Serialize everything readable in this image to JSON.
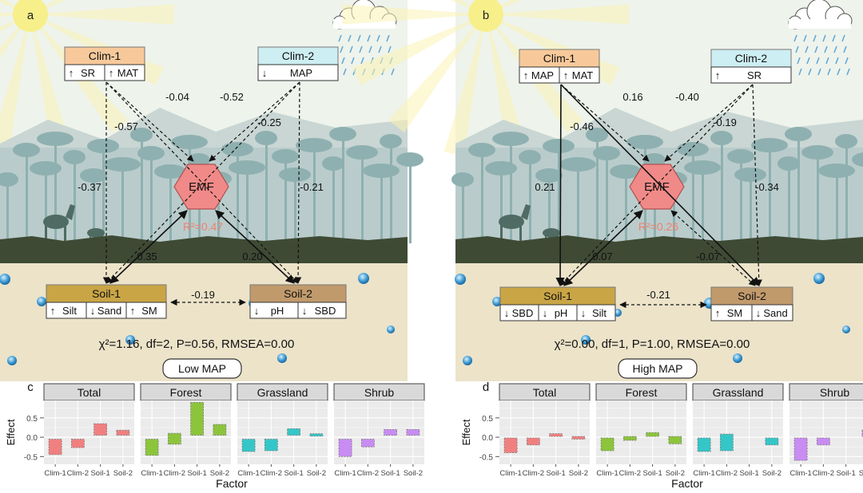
{
  "colors": {
    "sky": "#eef3ec",
    "sun": "#f7ef8a",
    "mountain": "#c9d6d3",
    "forest": "#8fb0b0",
    "ground": "#3f4a35",
    "soil": "#ece3c9",
    "clim1": "#f7c99a",
    "clim2": "#cdeef2",
    "soil1": "#c9a545",
    "soil2": "#c19a6c",
    "emf": "#f08a88",
    "r2": "#f08070",
    "red": "#f08080",
    "green": "#8cc43c",
    "cyan": "#35c6c8",
    "purple": "#c88cf2"
  },
  "panels": [
    {
      "letter": "a",
      "clim1": {
        "title": "Clim-1",
        "cells": [
          {
            "arrow": "↑",
            "label": "SR"
          },
          {
            "arrow": "↑",
            "label": "MAT"
          }
        ]
      },
      "clim2": {
        "title": "Clim-2",
        "cells": [
          {
            "arrow": "↓",
            "label": "MAP"
          }
        ]
      },
      "soil1": {
        "title": "Soil-1",
        "cells": [
          {
            "arrow": "↑",
            "label": "Silt"
          },
          {
            "arrow": "↓",
            "label": "Sand"
          },
          {
            "arrow": "↑",
            "label": "SM"
          }
        ]
      },
      "soil2": {
        "title": "Soil-2",
        "cells": [
          {
            "arrow": "↓",
            "label": "pH"
          },
          {
            "arrow": "↓",
            "label": "SBD"
          }
        ]
      },
      "emf": "EMF",
      "r2": "R²=0.47",
      "coefficients": {
        "clim1_soil2": "-0.04",
        "clim2_soil1": "-0.52",
        "clim1_emf": "-0.57",
        "clim2_emf": "-0.25",
        "clim1_soil1": "-0.37",
        "clim2_soil2": "-0.21",
        "soil1_emf": "0.35",
        "soil2_emf": "0.20",
        "soil1_soil2": "-0.19"
      },
      "fit": "χ²=1.16, df=2, P=0.56, RMSEA=0.00",
      "group": "Low MAP"
    },
    {
      "letter": "b",
      "clim1": {
        "title": "Clim-1",
        "cells": [
          {
            "arrow": "↑",
            "label": "MAP"
          },
          {
            "arrow": "↑",
            "label": "MAT"
          }
        ]
      },
      "clim2": {
        "title": "Clim-2",
        "cells": [
          {
            "arrow": "↑",
            "label": "SR"
          }
        ]
      },
      "soil1": {
        "title": "Soil-1",
        "cells": [
          {
            "arrow": "↓",
            "label": "SBD"
          },
          {
            "arrow": "↓",
            "label": "pH"
          },
          {
            "arrow": "↓",
            "label": "Silt"
          }
        ]
      },
      "soil2": {
        "title": "Soil-2",
        "cells": [
          {
            "arrow": "↑",
            "label": "SM"
          },
          {
            "arrow": "↓",
            "label": "Sand"
          }
        ]
      },
      "emf": "EMF",
      "r2": "R²=0.26",
      "coefficients": {
        "clim1_soil2": "0.16",
        "clim2_soil1": "-0.40",
        "clim1_emf": "-0.46",
        "clim2_emf": "-0.19",
        "clim1_soil1": "0.21",
        "clim2_soil2": "-0.34",
        "soil1_emf": "0.07",
        "soil2_emf": "-0.07",
        "soil1_soil2": "-0.21"
      },
      "fit": "χ²=0.00, df=1, P=1.00, RMSEA=0.00",
      "group": "High MAP"
    }
  ],
  "chart_data": [
    {
      "type": "bar",
      "panel": "c",
      "ylabel": "Effect",
      "xlabel": "Factor",
      "ylim": [
        -0.7,
        0.95
      ],
      "yticks": [
        -0.5,
        0.0,
        0.5
      ],
      "categories": [
        "Clim-1",
        "Clim-2",
        "Soil-1",
        "Soil-2"
      ],
      "facets": [
        {
          "title": "Total",
          "color": "red",
          "ranges": [
            [
              -0.45,
              -0.05
            ],
            [
              -0.27,
              -0.05
            ],
            [
              0.05,
              0.35
            ],
            [
              0.05,
              0.18
            ]
          ]
        },
        {
          "title": "Forest",
          "color": "green",
          "ranges": [
            [
              -0.47,
              -0.05
            ],
            [
              -0.18,
              0.1
            ],
            [
              0.05,
              0.9
            ],
            [
              0.05,
              0.33
            ]
          ]
        },
        {
          "title": "Grassland",
          "color": "cyan",
          "ranges": [
            [
              -0.37,
              -0.05
            ],
            [
              -0.35,
              -0.05
            ],
            [
              0.05,
              0.22
            ],
            [
              0.04,
              0.09
            ]
          ]
        },
        {
          "title": "Shrub",
          "color": "purple",
          "ranges": [
            [
              -0.5,
              -0.05
            ],
            [
              -0.25,
              -0.05
            ],
            [
              0.05,
              0.2
            ],
            [
              0.05,
              0.2
            ]
          ]
        }
      ]
    },
    {
      "type": "bar",
      "panel": "d",
      "ylabel": "Effect",
      "xlabel": "Factor",
      "ylim": [
        -0.7,
        0.95
      ],
      "yticks": [
        -0.5,
        0.0,
        0.5
      ],
      "categories": [
        "Clim-1",
        "Clim-2",
        "Soil-1",
        "Soil-2"
      ],
      "facets": [
        {
          "title": "Total",
          "color": "red",
          "ranges": [
            [
              -0.4,
              -0.02
            ],
            [
              -0.2,
              -0.02
            ],
            [
              0.02,
              0.09
            ],
            [
              -0.05,
              0.02
            ]
          ]
        },
        {
          "title": "Forest",
          "color": "green",
          "ranges": [
            [
              -0.35,
              -0.02
            ],
            [
              -0.08,
              0.02
            ],
            [
              0.02,
              0.12
            ],
            [
              -0.17,
              0.02
            ]
          ]
        },
        {
          "title": "Grassland",
          "color": "cyan",
          "ranges": [
            [
              -0.37,
              -0.02
            ],
            [
              -0.35,
              0.08
            ],
            null,
            [
              -0.2,
              -0.02
            ]
          ]
        },
        {
          "title": "Shrub",
          "color": "purple",
          "ranges": [
            [
              -0.6,
              -0.02
            ],
            [
              -0.2,
              -0.02
            ],
            null,
            [
              0.02,
              0.18
            ]
          ]
        }
      ]
    }
  ]
}
